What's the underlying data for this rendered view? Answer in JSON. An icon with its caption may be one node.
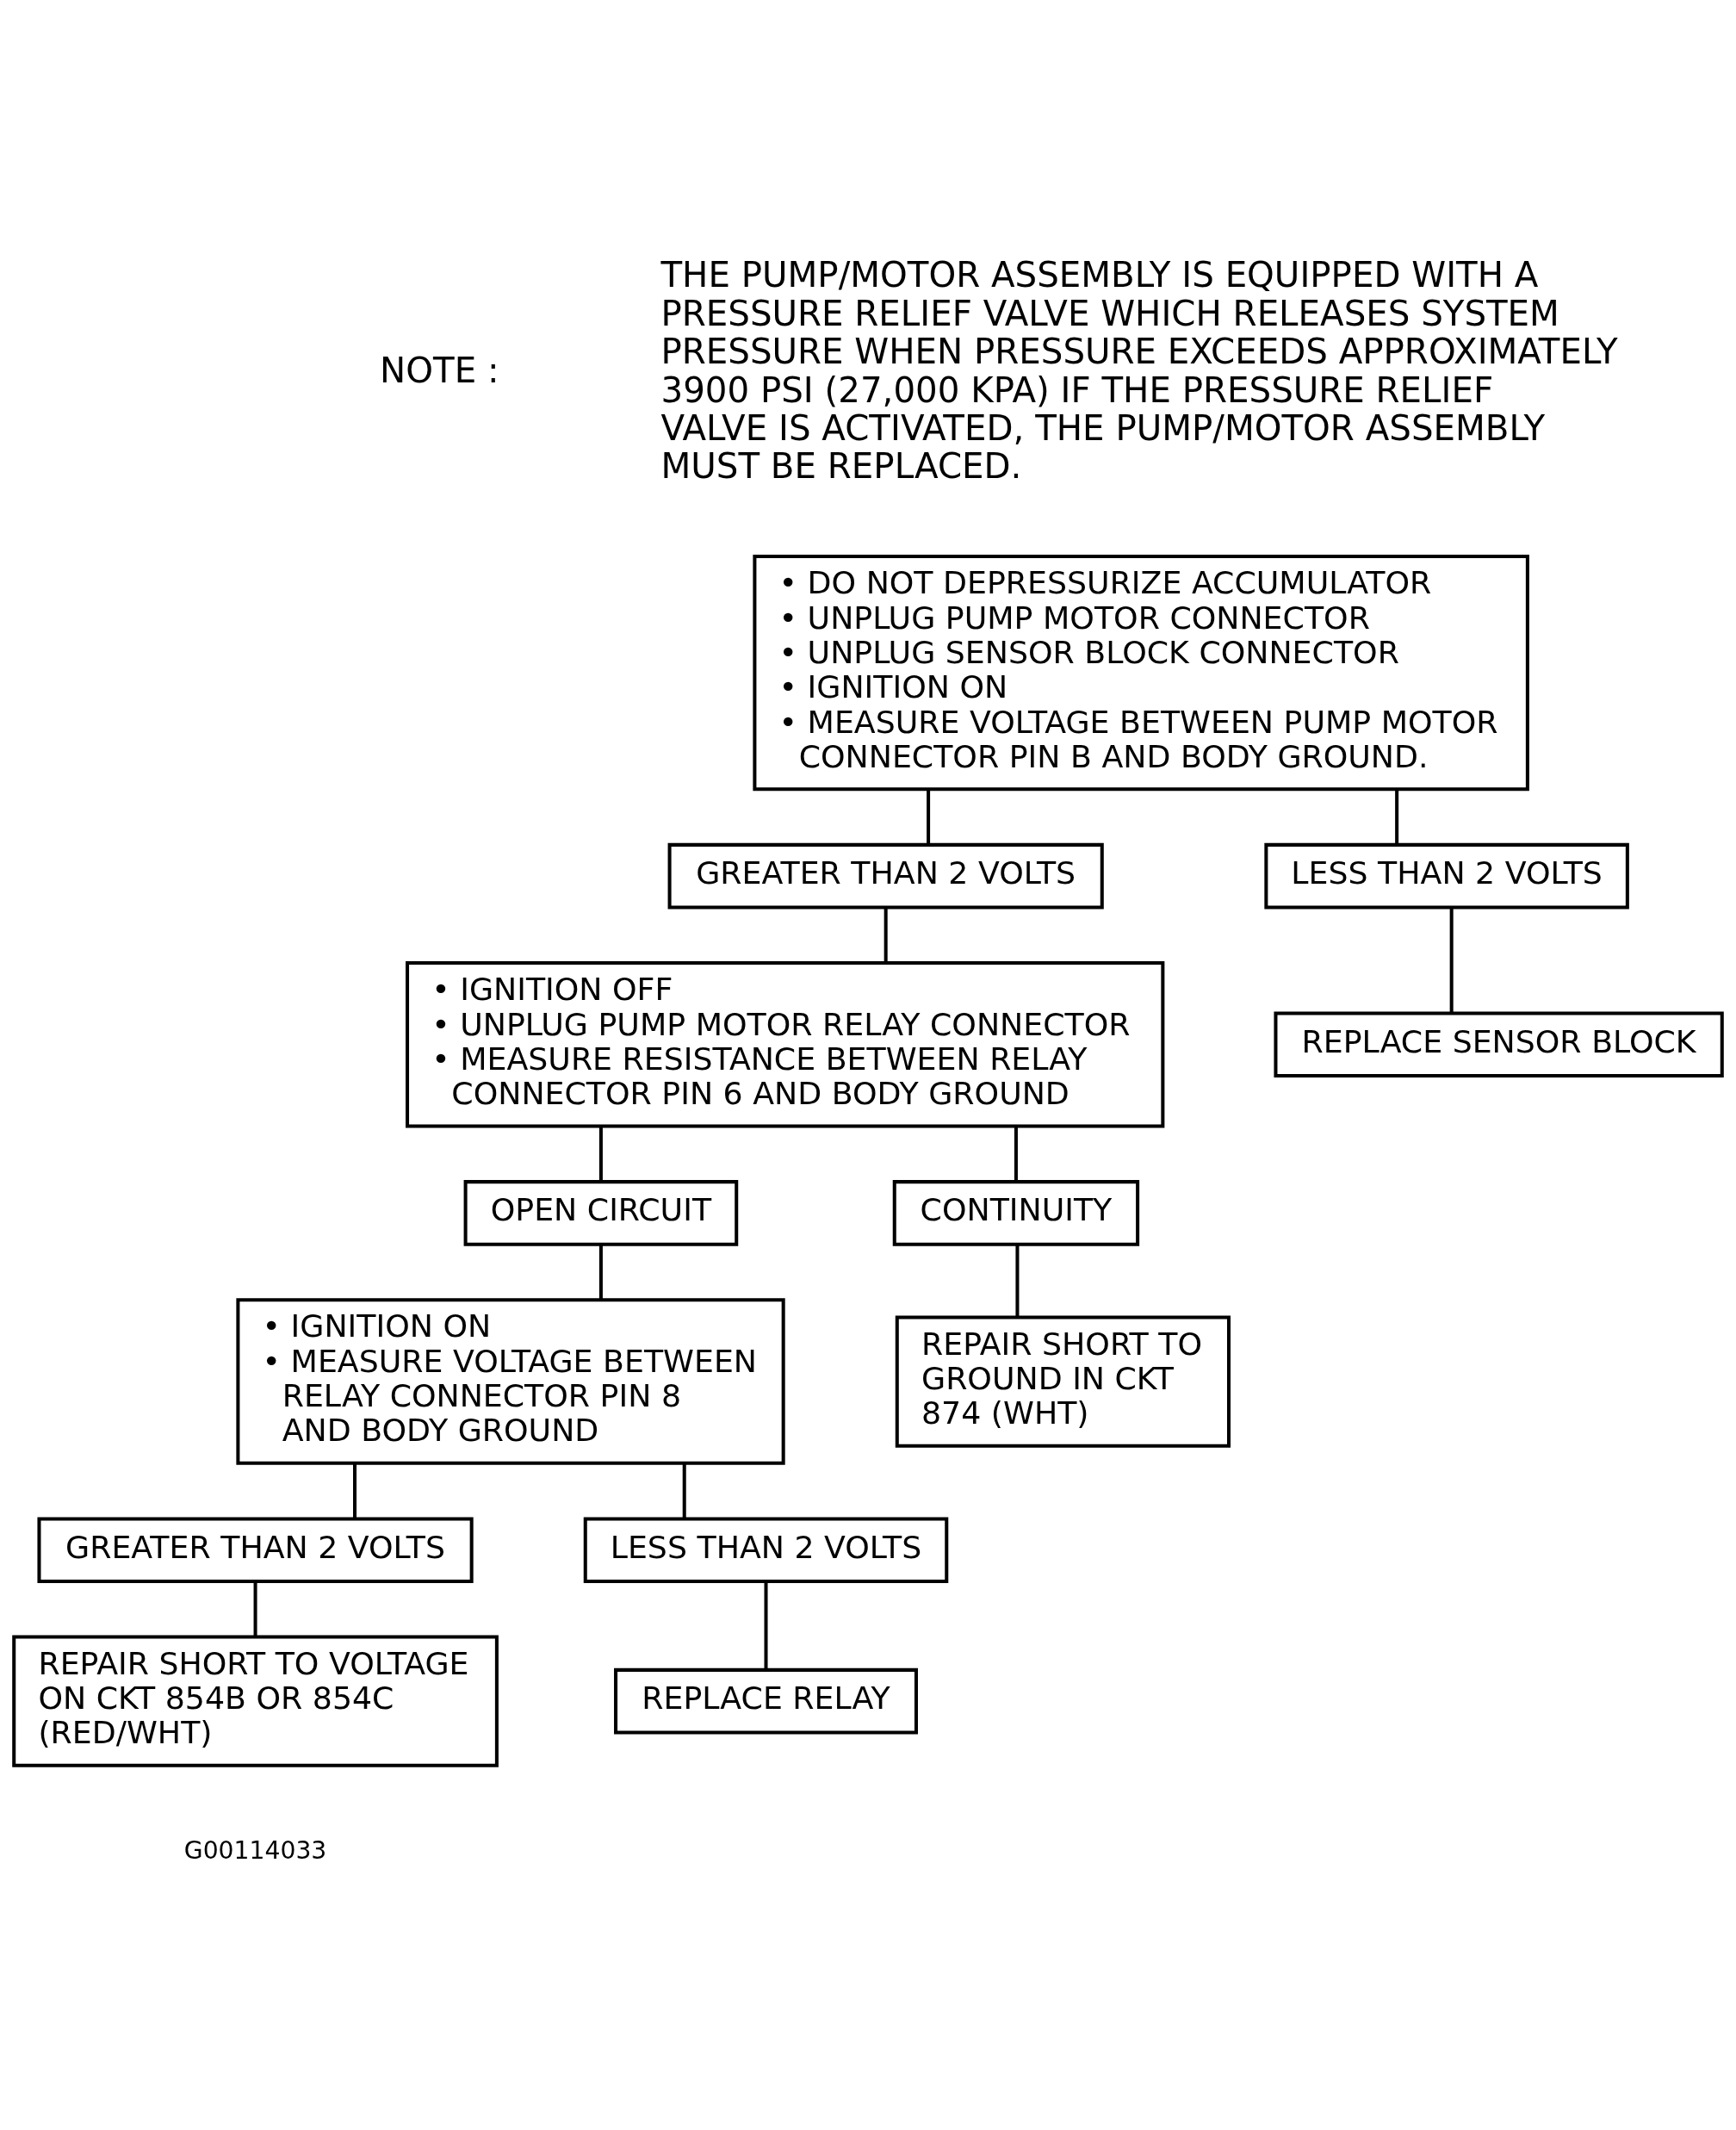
{
  "diagram": {
    "nodes": [
      {
        "text": [
          "• DO NOT DEPRESSURIZE ACCUMULATOR",
          "• UNPLUG PUMP MOTOR CONNECTOR",
          "• UNPLUG SENSOR BLOCK CONNECTOR",
          "• IGNITION ON",
          "• MEASURE VOLTAGE BETWEEN PUMP MOTOR CONNECTOR PIN B AND BODY GROUND."
        ]
      },
      {
        "text": [
          "GREATER THAN 2 VOLTS"
        ]
      },
      {
        "text": [
          "LESS THAN 2 VOLTS"
        ]
      },
      {
        "text": [
          "• IGNITION OFF",
          "• UNPLUG PUMP MOTOR RELAY CONNECTOR",
          "• MEASURE RESISTANCE BETWEEN RELAY CONNECTOR PIN 6 AND BODY GROUND"
        ]
      },
      {
        "text": [
          "REPLACE SENSOR BLOCK"
        ]
      },
      {
        "text": [
          "OPEN CIRCUIT"
        ]
      },
      {
        "text": [
          "CONTINUITY"
        ]
      },
      {
        "text": [
          "• IGNITION ON",
          "• MEASURE VOLTAGE BETWEEN RELAY CONNECTOR PIN 8 AND BODY GROUND"
        ]
      },
      {
        "text": [
          "REPAIR SHORT TO GROUND IN CKT 874 (WHT)"
        ]
      },
      {
        "text": [
          "GREATER THAN 2 VOLTS"
        ]
      },
      {
        "text": [
          "LESS THAN 2 VOLTS"
        ]
      },
      {
        "text": [
          "REPAIR SHORT TO VOLTAGE ON CKT 854B OR 854C (RED/WHT)"
        ]
      },
      {
        "text": [
          "REPLACE RELAY"
        ]
      }
    ],
    "edges": [
      {
        "from": 0,
        "to": 1,
        "arrow": "none"
      },
      {
        "from": 0,
        "to": 2,
        "arrow": "none"
      },
      {
        "from": 1,
        "to": 3,
        "arrow": "none"
      },
      {
        "from": 2,
        "to": 4,
        "arrow": "none"
      },
      {
        "from": 3,
        "to": 5,
        "arrow": "none"
      },
      {
        "from": 3,
        "to": 6,
        "arrow": "none"
      },
      {
        "from": 5,
        "to": 7,
        "arrow": "none"
      },
      {
        "from": 6,
        "to": 8,
        "arrow": "none"
      },
      {
        "from": 7,
        "to": 9,
        "arrow": "none"
      },
      {
        "from": 7,
        "to": 10,
        "arrow": "none"
      },
      {
        "from": 9,
        "to": 11,
        "arrow": "none"
      },
      {
        "from": 10,
        "to": 12,
        "arrow": "none"
      }
    ],
    "labels": [
      "NOTE :",
      "THE PUMP/MOTOR ASSEMBLY IS EQUIPPED WITH A PRESSURE RELIEF VALVE WHICH RELEASES SYSTEM PRESSURE WHEN PRESSURE EXCEEDS APPROXIMATELY 3900 PSI (27,000 KPA) IF THE PRESSURE RELIEF VALVE IS ACTIVATED, THE PUMP/MOTOR ASSEMBLY MUST BE REPLACED.",
      "G00114033"
    ]
  }
}
